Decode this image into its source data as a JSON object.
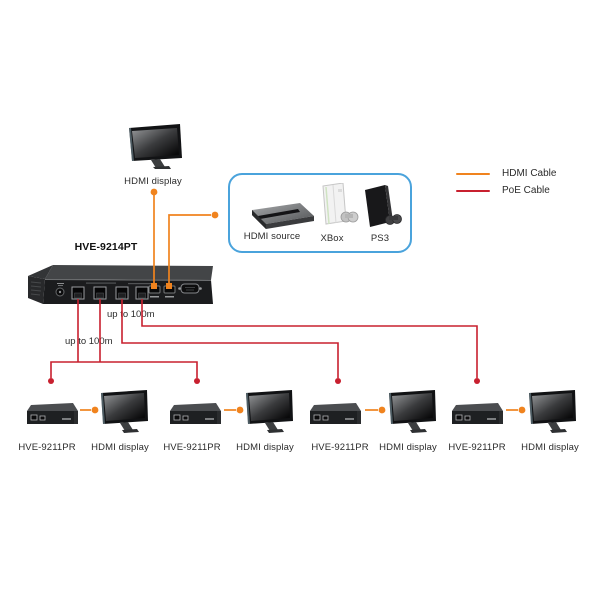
{
  "diagram": {
    "transmitter": {
      "label": "HVE-9214PT"
    },
    "top_display": {
      "label": "HDMI display"
    },
    "source_box": {
      "source_label": "HDMI source",
      "xbox_label": "XBox",
      "ps3_label": "PS3"
    },
    "legend": {
      "hdmi": {
        "label": "HDMI Cable",
        "color": "#f0831e"
      },
      "poe": {
        "label": "PoE Cable",
        "color": "#c8202f"
      }
    },
    "distances": {
      "upper": "up to 100m",
      "lower": "up to 100m"
    },
    "receivers": {
      "pairs": [
        {
          "receiver_label": "HVE-9211PR",
          "display_label": "HDMI display"
        },
        {
          "receiver_label": "HVE-9211PR",
          "display_label": "HDMI display"
        },
        {
          "receiver_label": "HVE-9211PR",
          "display_label": "HDMI display"
        },
        {
          "receiver_label": "HVE-9211PR",
          "display_label": "HDMI display"
        }
      ]
    },
    "accent_colors": {
      "hdmi_cable": "#f0831e",
      "poe_cable": "#c8202f",
      "source_box_border": "#4aa3dc"
    }
  }
}
